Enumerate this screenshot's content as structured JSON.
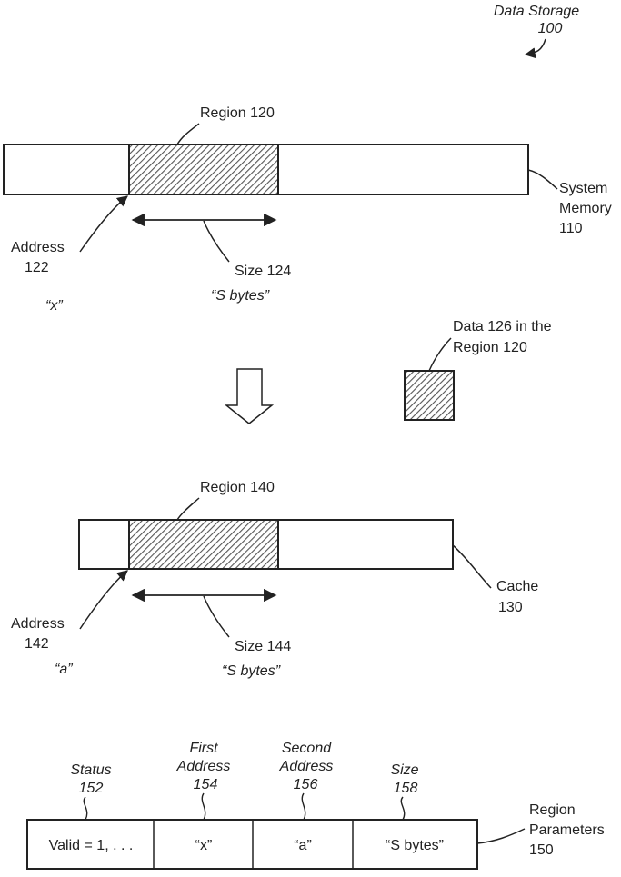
{
  "header": {
    "title_line1": "Data Storage",
    "title_line2": "100"
  },
  "system_memory": {
    "label_line1": "System",
    "label_line2": "Memory",
    "label_line3": "110",
    "region_label": "Region 120",
    "address_line1": "Address",
    "address_line2": "122",
    "address_value": "“x”",
    "size_label": "Size 124",
    "size_value": "“S bytes”"
  },
  "data_block": {
    "label_line1": "Data 126 in the",
    "label_line2": "Region 120"
  },
  "cache": {
    "label_line1": "Cache",
    "label_line2": "130",
    "region_label": "Region 140",
    "address_line1": "Address",
    "address_line2": "142",
    "address_value": "“a”",
    "size_label": "Size 144",
    "size_value": "“S bytes”"
  },
  "region_parameters": {
    "label_line1": "Region",
    "label_line2": "Parameters",
    "label_line3": "150",
    "fields": [
      {
        "name_lines": [
          "Status"
        ],
        "num": "152",
        "value": "Valid = 1, . . ."
      },
      {
        "name_lines": [
          "First",
          "Address"
        ],
        "num": "154",
        "value": "“x”"
      },
      {
        "name_lines": [
          "Second",
          "Address"
        ],
        "num": "156",
        "value": "“a”"
      },
      {
        "name_lines": [
          "Size"
        ],
        "num": "158",
        "value": "“S bytes”"
      }
    ]
  },
  "colors": {
    "line": "#222222",
    "hatch": "#555555"
  }
}
